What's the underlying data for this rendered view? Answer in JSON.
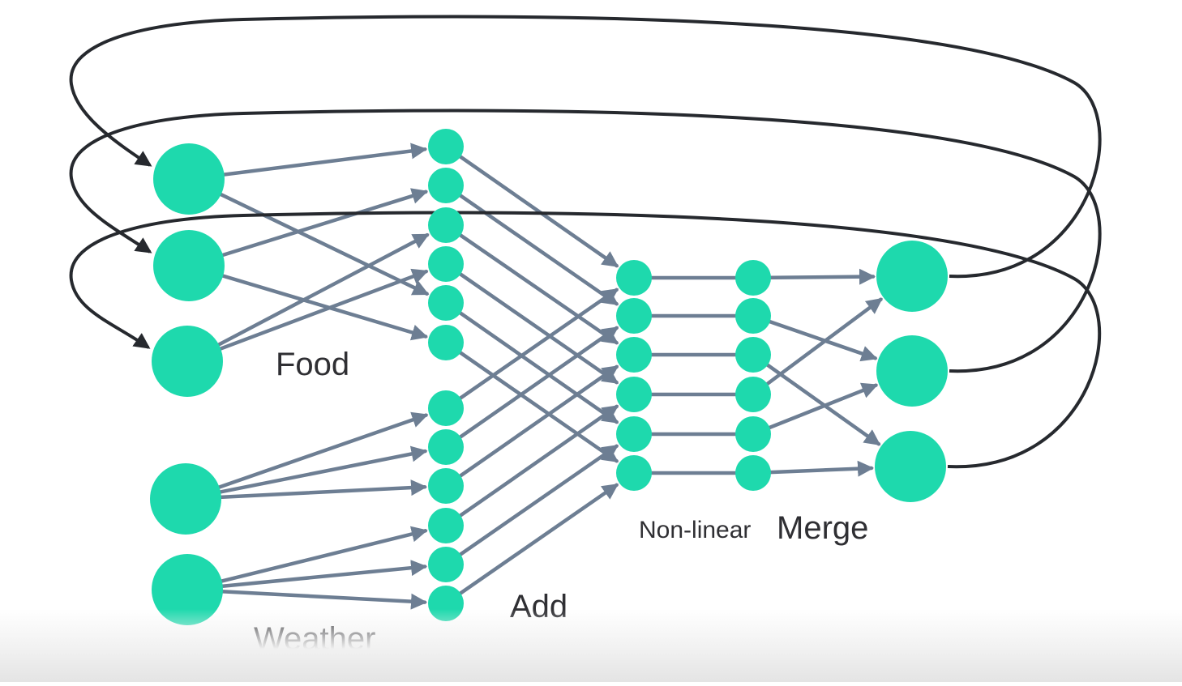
{
  "labels": {
    "food": "Food",
    "weather": "Weather",
    "add": "Add",
    "nonlinear": "Non-linear",
    "merge": "Merge"
  },
  "colors": {
    "node": "#1ed9ad",
    "arrow": "#6d7e93",
    "loop": "#26292e",
    "text": "#2f2f33"
  }
}
